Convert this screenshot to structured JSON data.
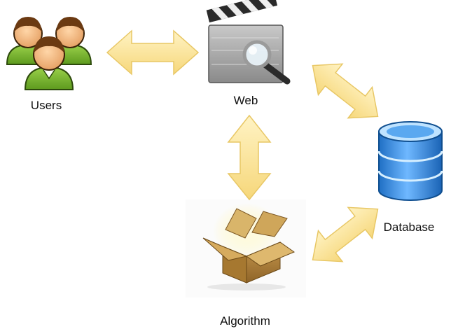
{
  "nodes": {
    "users": {
      "label": "Users",
      "icon": "users-group-icon"
    },
    "web": {
      "label": "Web",
      "icon": "clapperboard-magnifier-icon"
    },
    "database": {
      "label": "Database",
      "icon": "database-cylinder-icon"
    },
    "algorithm": {
      "label": "Algorithm",
      "icon": "open-box-icon"
    }
  },
  "connections": [
    {
      "from": "users",
      "to": "web",
      "type": "bidirectional"
    },
    {
      "from": "web",
      "to": "database",
      "type": "bidirectional"
    },
    {
      "from": "web",
      "to": "algorithm",
      "type": "bidirectional"
    },
    {
      "from": "algorithm",
      "to": "database",
      "type": "bidirectional"
    }
  ],
  "colors": {
    "arrow_fill": "#fde79a",
    "arrow_stroke": "#e8c765",
    "user_shirt": "#7fbf2e",
    "user_face": "#f2b880",
    "user_hair": "#6b3a12",
    "db_blue": "#3d8fe0",
    "db_light": "#bfe3ff",
    "box_brown": "#b8893f"
  }
}
